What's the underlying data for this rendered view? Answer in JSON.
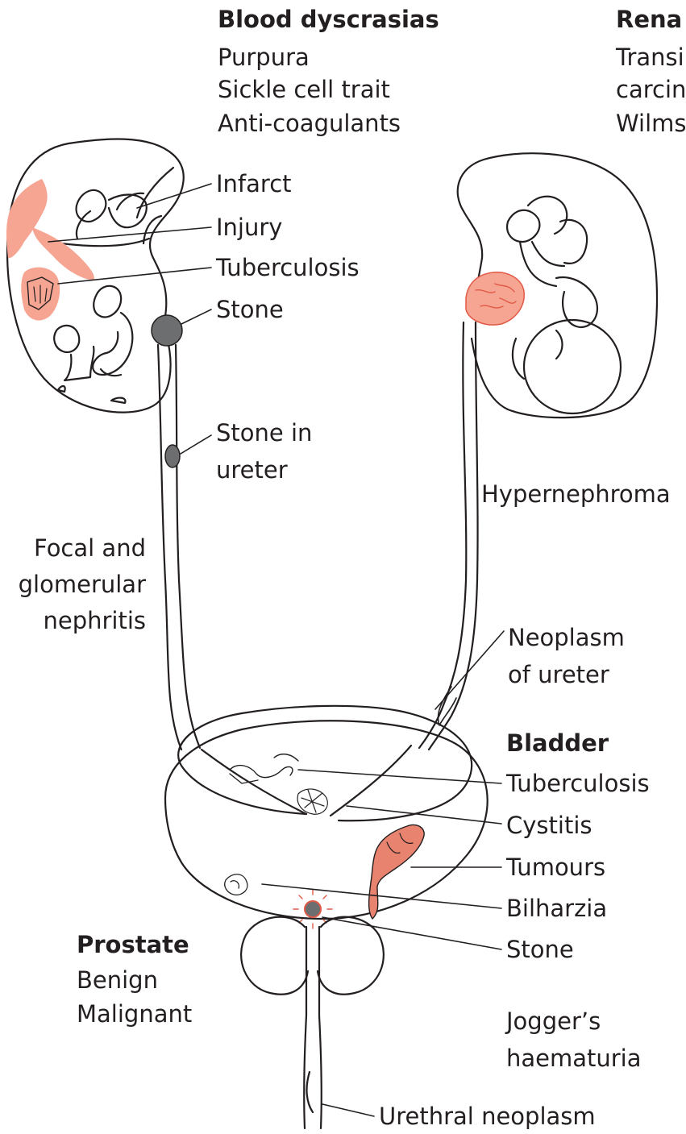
{
  "colors": {
    "stroke": "#231f20",
    "lesion": "#f7a593",
    "lesion_detail": "#e05a47",
    "stone": "#6d6e70",
    "tumour": "#e8836f"
  },
  "labels": {
    "blood_head": "Blood dyscrasias",
    "purpura": "Purpura",
    "sickle": "Sickle cell trait",
    "anticoag": "Anti-coagulants",
    "renal_head": "Rena",
    "transi": "Transi",
    "carcin": "carcin",
    "wilms": "Wilms",
    "infarct": "Infarct",
    "injury": "Injury",
    "tb_kidney": "Tuberculosis",
    "stone_kidney": "Stone",
    "stone_ureter": "Stone in\nureter",
    "hypernephroma": "Hypernephroma",
    "nephritis": "Focal and\nglomerular\nnephritis",
    "neoplasm_ureter": "Neoplasm\nof ureter",
    "bladder_head": "Bladder",
    "tb_bladder": "Tuberculosis",
    "cystitis": "Cystitis",
    "tumours": "Tumours",
    "bilharzia": "Bilharzia",
    "stone_bladder": "Stone",
    "prostate_head": "Prostate",
    "benign": "Benign",
    "malignant": "Malignant",
    "jogger": "Jogger’s\nhaematuria",
    "urethral": "Urethral neoplasm"
  }
}
